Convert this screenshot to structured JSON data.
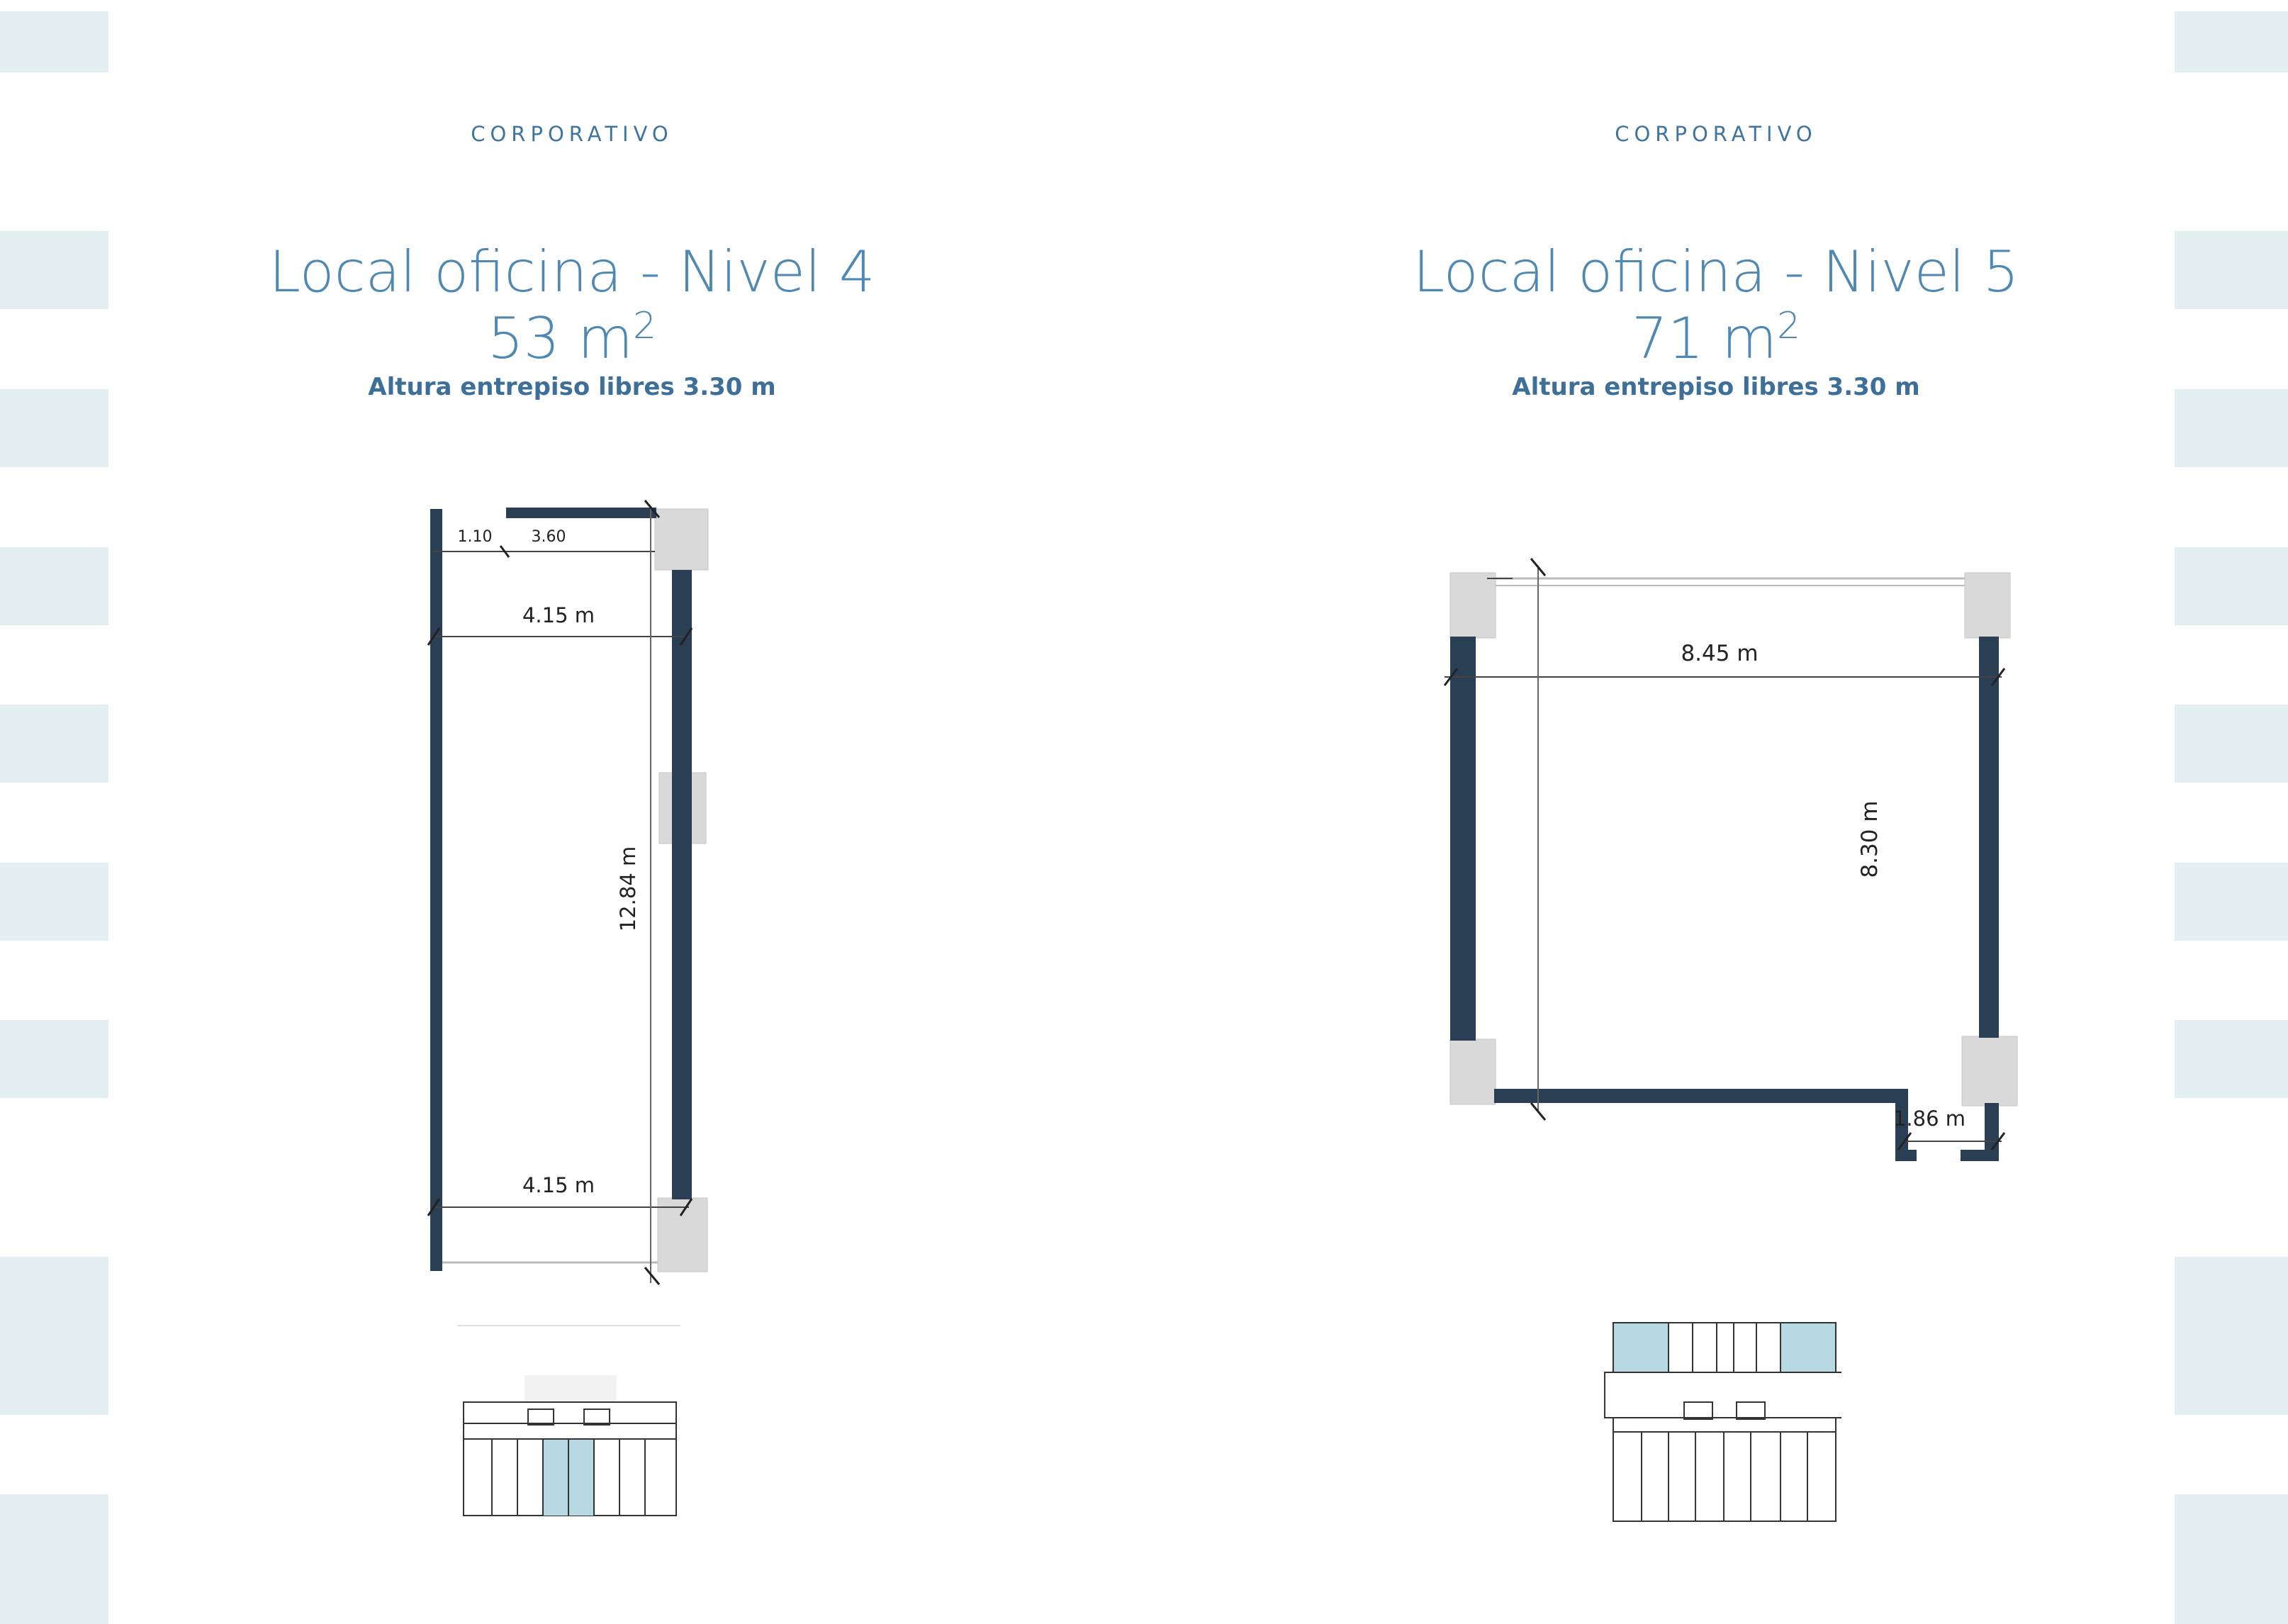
{
  "brand_colors": {
    "title": "#4f88b2",
    "label": "#3f74a0",
    "wall": "#2b3f54",
    "edge_block": "#e2eef0",
    "highlight": "#b7d9e3"
  },
  "pages": [
    {
      "section_label": "CORPORATIVO",
      "title": "Local oficina - Nivel 4",
      "area_value": "53 m",
      "area_exponent": "2",
      "subtitle": "Altura entrepiso libres 3.30 m",
      "dimensions": {
        "small_a": "1.10",
        "small_b": "3.60",
        "width_top": "4.15 m",
        "length": "12.84 m",
        "width_bottom": "4.15 m"
      }
    },
    {
      "section_label": "CORPORATIVO",
      "title": "Local oficina - Nivel 5",
      "area_value": "71 m",
      "area_exponent": "2",
      "subtitle": "Altura entrepiso libres 3.30 m",
      "dimensions": {
        "width": "8.45 m",
        "depth": "8.30 m",
        "opening": "1.86 m"
      }
    }
  ]
}
